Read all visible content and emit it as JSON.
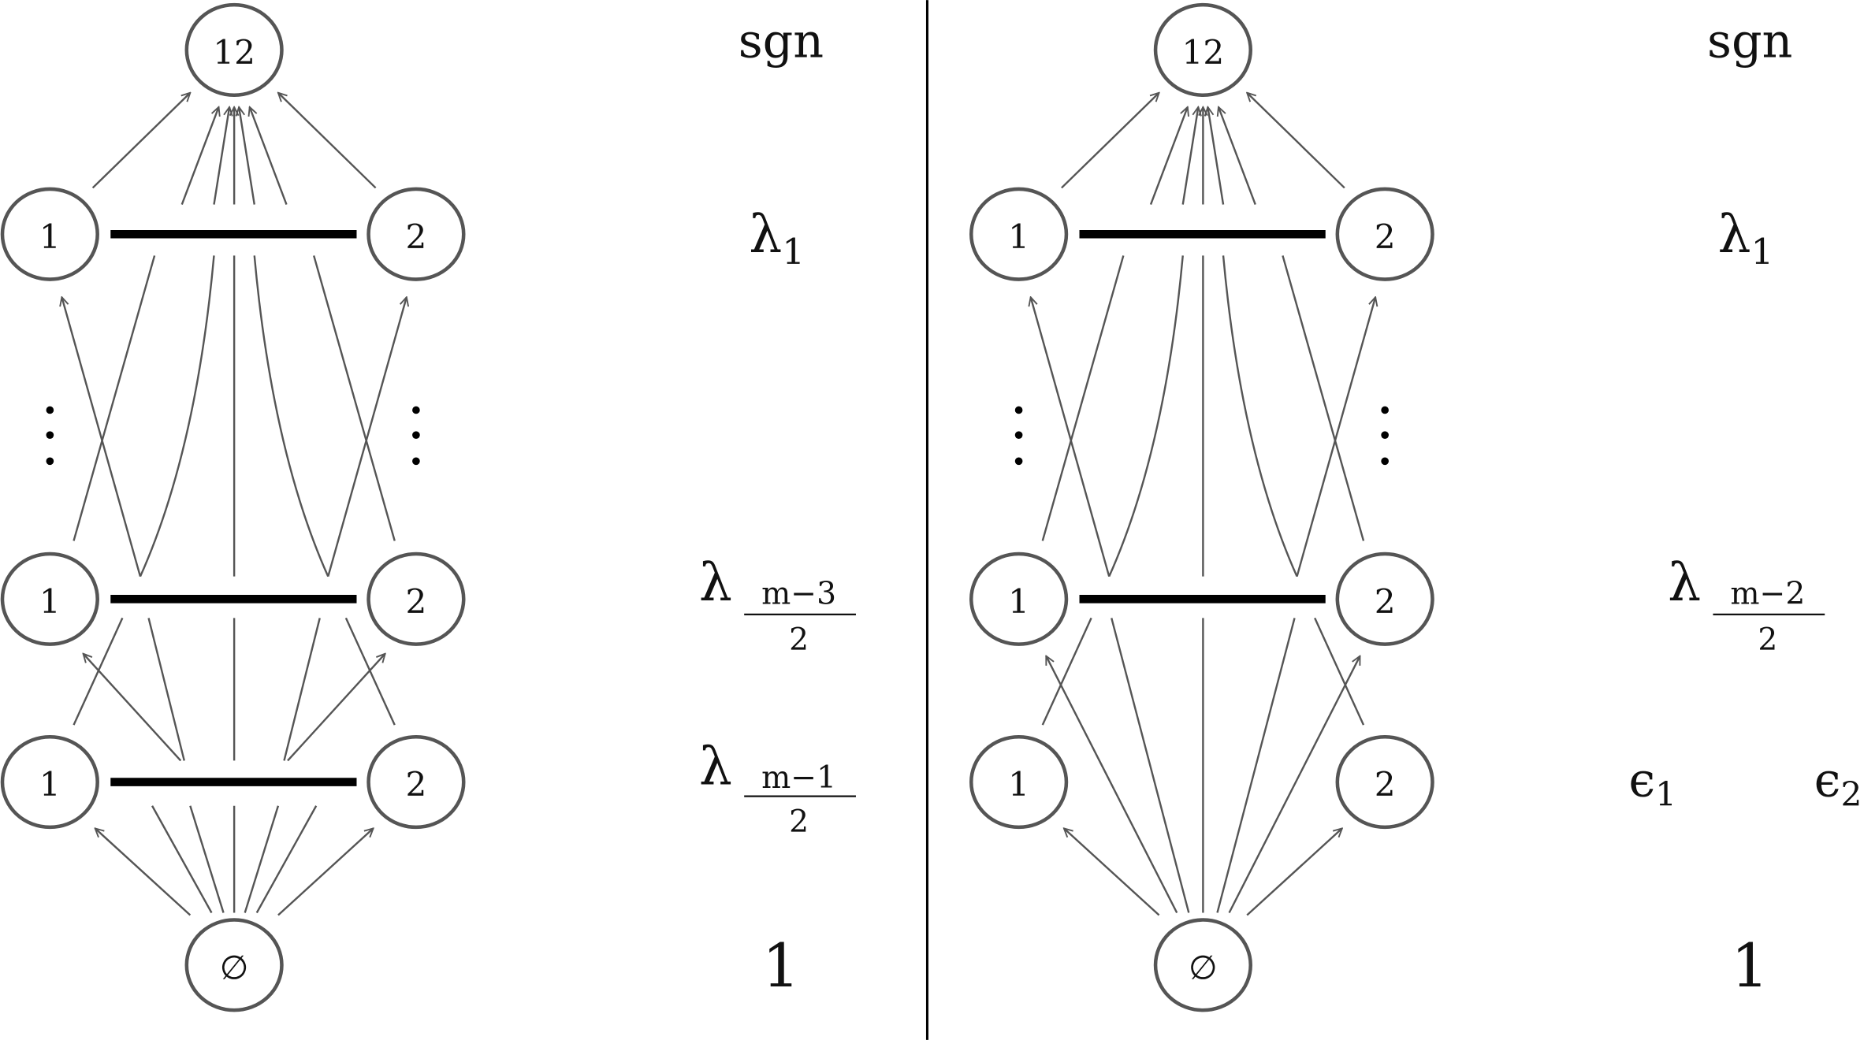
{
  "diagrams": [
    {
      "top": "12",
      "bottom": "∅",
      "left": "1",
      "right": "2",
      "labels": {
        "top": "sgn",
        "row1": "λ",
        "row1_sub": "1",
        "row2": "λ",
        "row2_num": "m−3",
        "row2_den": "2",
        "row3": "λ",
        "row3_num": "m−1",
        "row3_den": "2",
        "bottom": "1"
      }
    },
    {
      "top": "12",
      "bottom": "∅",
      "left": "1",
      "right": "2",
      "labels": {
        "top": "sgn",
        "row1": "λ",
        "row1_sub": "1",
        "row2": "λ",
        "row2_num": "m−2",
        "row2_den": "2",
        "eps1": "ϵ",
        "eps1_sub": "1",
        "eps2": "ϵ",
        "eps2_sub": "2",
        "bottom": "1"
      }
    }
  ],
  "colors": {
    "node_stroke": "#555555",
    "bar": "#000000",
    "edge": "#555555"
  }
}
